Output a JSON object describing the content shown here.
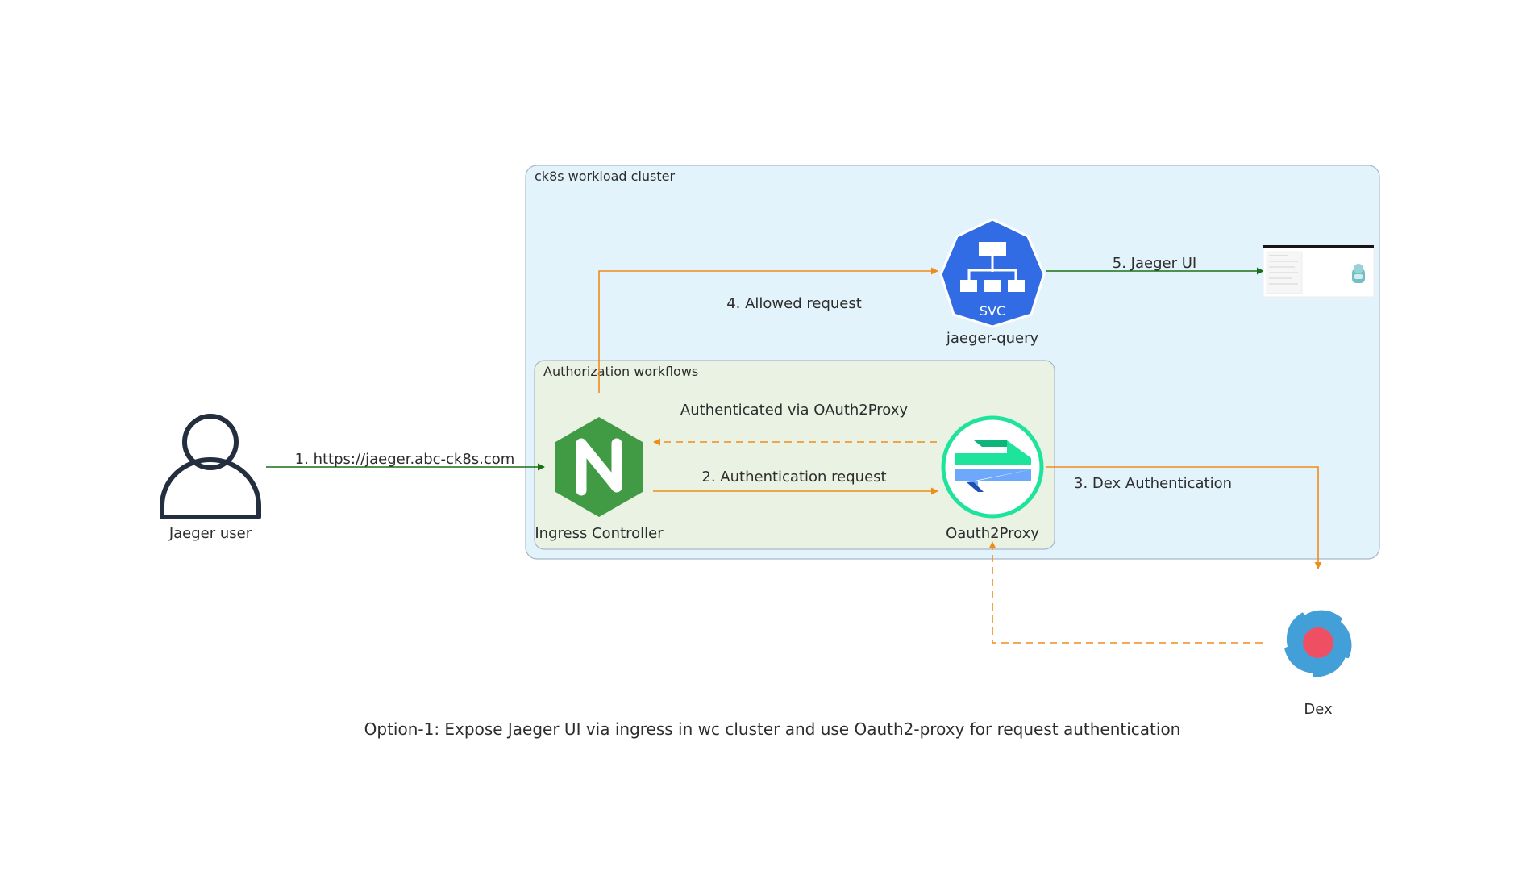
{
  "caption": "Option-1: Expose Jaeger UI via ingress in wc cluster and use Oauth2-proxy for request authentication",
  "clusters": {
    "workload": {
      "label": "ck8s workload cluster",
      "fill": "#e3f3fb",
      "stroke": "#a7b7c5"
    },
    "authz": {
      "label": "Authorization workflows",
      "fill": "#eaf2e4",
      "stroke": "#a7b7c5"
    }
  },
  "nodes": {
    "user": {
      "label": "Jaeger user",
      "icon": "user-icon"
    },
    "ingress": {
      "label": "Ingress Controller",
      "icon": "nginx-icon",
      "glyph": "N"
    },
    "oauth": {
      "label": "Oauth2Proxy",
      "icon": "oauth2proxy-icon"
    },
    "query": {
      "label": "jaeger-query",
      "icon": "k8s-service-icon",
      "badge": "SVC"
    },
    "ui": {
      "label": "",
      "icon": "jaeger-ui-screenshot-icon"
    },
    "dex": {
      "label": "Dex",
      "icon": "dex-icon"
    }
  },
  "edges": {
    "e1": {
      "label": "1. https://jaeger.abc-ck8s.com",
      "color": "#1a6f1a"
    },
    "e2": {
      "label": "2. Authentication request",
      "color": "#f08c1a"
    },
    "e3": {
      "label": "3. Dex Authentication",
      "color": "#f08c1a"
    },
    "e4": {
      "label": "4. Allowed request",
      "color": "#f08c1a"
    },
    "e5": {
      "label": "5. Jaeger UI",
      "color": "#1a6f1a"
    },
    "auth_back": {
      "label": "Authenticated via OAuth2Proxy",
      "color": "#f08c1a"
    },
    "dex_back": {
      "label": "",
      "color": "#f08c1a"
    }
  },
  "colors": {
    "nginx_green": "#419b45",
    "k8s_blue": "#326ce5",
    "oauth_green": "#1ee39a",
    "oauth_blue": "#6ea8fa",
    "dex_blue": "#439fd8",
    "dex_red": "#ef4f63",
    "user_stroke": "#232f3e"
  }
}
